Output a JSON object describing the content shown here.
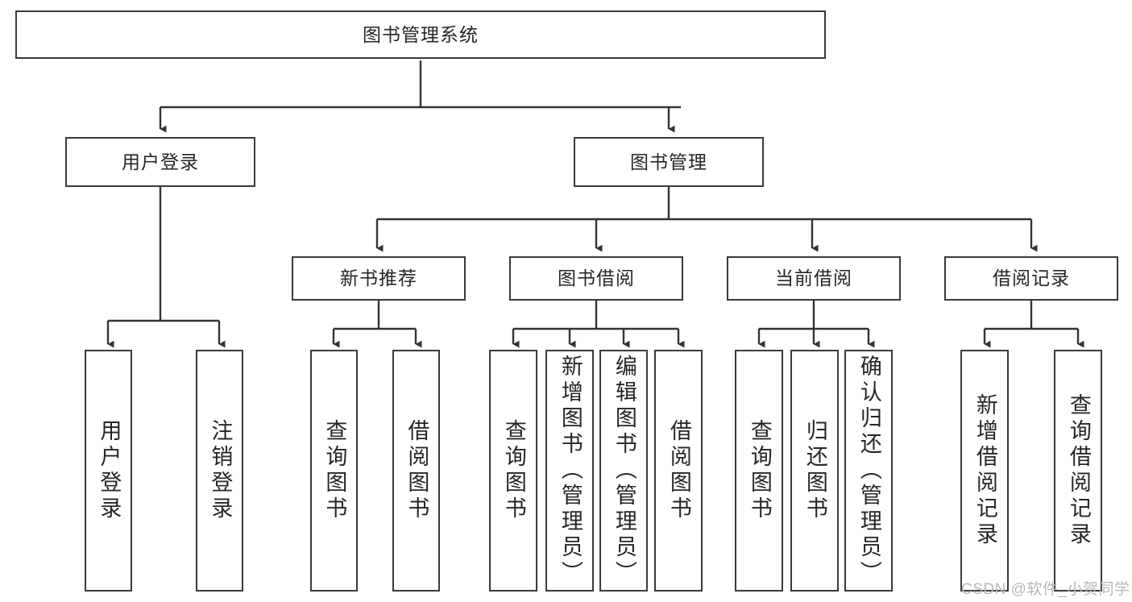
{
  "diagram": {
    "title": "图书管理系统",
    "type": "tree-hierarchy-diagram",
    "colors": {
      "box_border": "#3a3a3a",
      "box_fill": "#ffffff",
      "connector": "#333333",
      "text": "#262626",
      "watermark": "#b9b9b9",
      "background": "#ffffff"
    },
    "root": {
      "label": "图书管理系统"
    },
    "level2": [
      {
        "label": "用户登录"
      },
      {
        "label": "图书管理"
      }
    ],
    "level3": [
      {
        "label": "新书推荐"
      },
      {
        "label": "图书借阅"
      },
      {
        "label": "当前借阅"
      },
      {
        "label": "借阅记录"
      }
    ],
    "leaves": {
      "user_login": [
        {
          "label": "用户登录"
        },
        {
          "label": "注销登录"
        }
      ],
      "new_book_recommend": [
        {
          "label": "查询图书"
        },
        {
          "label": "借阅图书"
        }
      ],
      "book_borrow": [
        {
          "label": "查询图书"
        },
        {
          "label": "新增图书（管理员）"
        },
        {
          "label": "编辑图书（管理员）"
        },
        {
          "label": "借阅图书"
        }
      ],
      "current_borrow": [
        {
          "label": "查询图书"
        },
        {
          "label": "归还图书"
        },
        {
          "label": "确认归还（管理员）"
        }
      ],
      "borrow_record": [
        {
          "label": "新增借阅记录"
        },
        {
          "label": "查询借阅记录"
        }
      ]
    },
    "watermark": "CSDN @软件_小贺同学"
  }
}
